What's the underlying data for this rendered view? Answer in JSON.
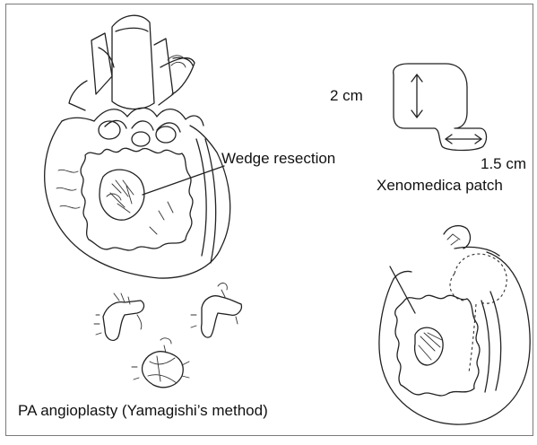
{
  "labels": {
    "height_measure": "2 cm",
    "width_measure": "1.5 cm",
    "patch_name": "Xenomedica patch",
    "wedge": "Wedge resection",
    "pa_method": "PA angioplasty (Yamagishi’s method)"
  }
}
